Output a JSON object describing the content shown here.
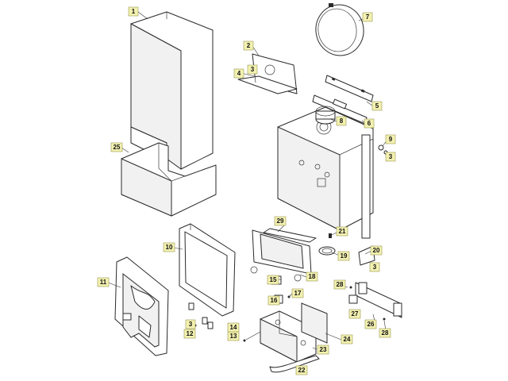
{
  "callouts": [
    {
      "id": "c1",
      "label": "1"
    },
    {
      "id": "c2",
      "label": "2"
    },
    {
      "id": "c3a",
      "label": "3"
    },
    {
      "id": "c4",
      "label": "4"
    },
    {
      "id": "c5",
      "label": "5"
    },
    {
      "id": "c6",
      "label": "6"
    },
    {
      "id": "c7",
      "label": "7"
    },
    {
      "id": "c8",
      "label": "8"
    },
    {
      "id": "c9",
      "label": "9"
    },
    {
      "id": "c3b",
      "label": "3"
    },
    {
      "id": "c10",
      "label": "10"
    },
    {
      "id": "c11",
      "label": "11"
    },
    {
      "id": "c12",
      "label": "12"
    },
    {
      "id": "c3c",
      "label": "3"
    },
    {
      "id": "c13",
      "label": "13"
    },
    {
      "id": "c14",
      "label": "14"
    },
    {
      "id": "c15",
      "label": "15"
    },
    {
      "id": "c16",
      "label": "16"
    },
    {
      "id": "c17",
      "label": "17"
    },
    {
      "id": "c18",
      "label": "18"
    },
    {
      "id": "c19",
      "label": "19"
    },
    {
      "id": "c20",
      "label": "20"
    },
    {
      "id": "c3d",
      "label": "3"
    },
    {
      "id": "c21",
      "label": "21"
    },
    {
      "id": "c22",
      "label": "22"
    },
    {
      "id": "c23",
      "label": "23"
    },
    {
      "id": "c24",
      "label": "24"
    },
    {
      "id": "c25",
      "label": "25"
    },
    {
      "id": "c26",
      "label": "26"
    },
    {
      "id": "c27",
      "label": "27"
    },
    {
      "id": "c28a",
      "label": "28"
    },
    {
      "id": "c28b",
      "label": "28"
    },
    {
      "id": "c29",
      "label": "29"
    }
  ]
}
